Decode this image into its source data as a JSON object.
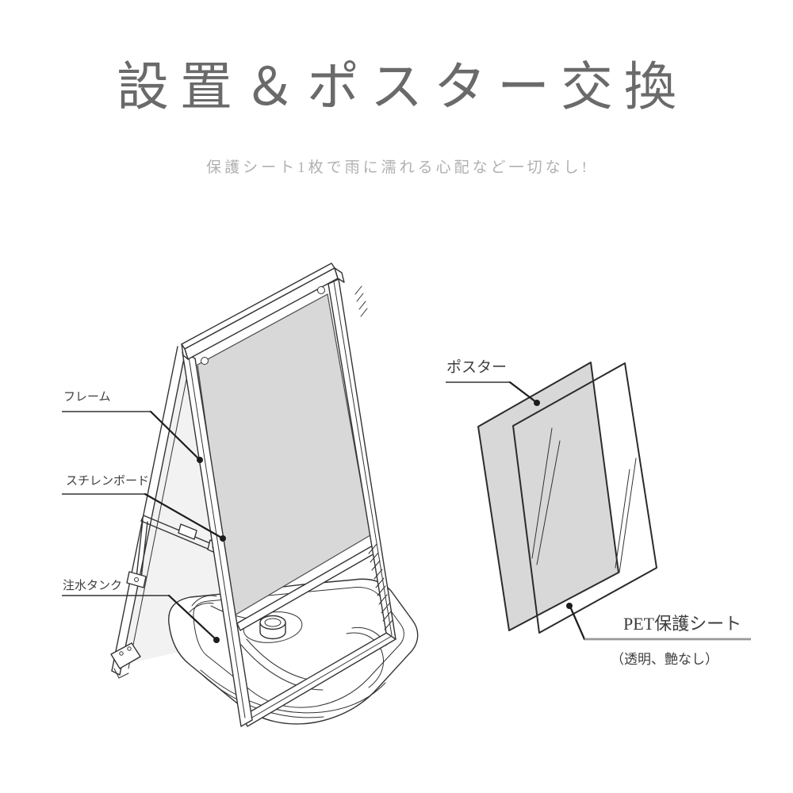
{
  "page": {
    "title": "設置＆ポスター交換",
    "subtitle": "保護シート1枚で雨に濡れる心配など一切なし!"
  },
  "sign_diagram": {
    "labels": {
      "frame": "フレーム",
      "styrene_board": "スチレンボード",
      "water_tank": "注水タンク"
    }
  },
  "sheet_diagram": {
    "labels": {
      "poster": "ポスター",
      "pet_sheet": "PET保護シート",
      "pet_sheet_note": "（透明、艶なし）"
    }
  },
  "colors": {
    "title_text": "#6a6a6a",
    "subtitle_text": "#b0b0b0",
    "label_text": "#3d3d3d",
    "line": "#333333",
    "leader": "#1c1c1c",
    "panel_fill": "#d8d8d8",
    "pale_fill": "#f2f2f2",
    "underline_gray": "#999999",
    "background": "#ffffff"
  }
}
